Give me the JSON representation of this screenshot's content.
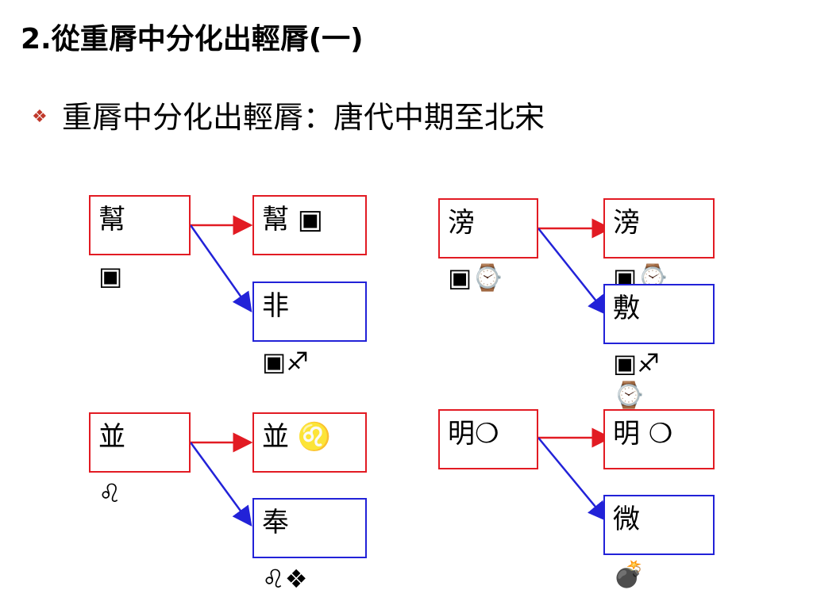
{
  "slide": {
    "title": "2.從重脣中分化出輕脣(一)",
    "bullet": {
      "icon": "diamond-bullet-icon",
      "text": "重脣中分化出輕脣：唐代中期至北宋"
    }
  },
  "boxes": {
    "bang_src": {
      "text": "幫",
      "overflow": "▣"
    },
    "bang_dst": {
      "text": "幫 ▣"
    },
    "fei_dst": {
      "text": "非",
      "overflow": "▣♐"
    },
    "pang_src": {
      "text": "滂",
      "overflow": "▣⌚"
    },
    "pang_dst": {
      "text": "滂",
      "overflow": "▣⌚"
    },
    "fu_dst": {
      "text": "敷",
      "overflow": "▣♐\n⌚"
    },
    "bing_src": {
      "text": "並",
      "overflow": "♌"
    },
    "bing_dst": {
      "text": "並 ♌"
    },
    "feng_dst": {
      "text": "奉",
      "overflow": "♌❖"
    },
    "ming_src": {
      "text": "明❍"
    },
    "ming_dst": {
      "text": "明 ❍"
    },
    "wei_dst": {
      "text": "微",
      "overflow": "💣"
    }
  },
  "colors": {
    "red": "#e21b23",
    "blue": "#2222d8",
    "bullet": "#c0392b"
  }
}
